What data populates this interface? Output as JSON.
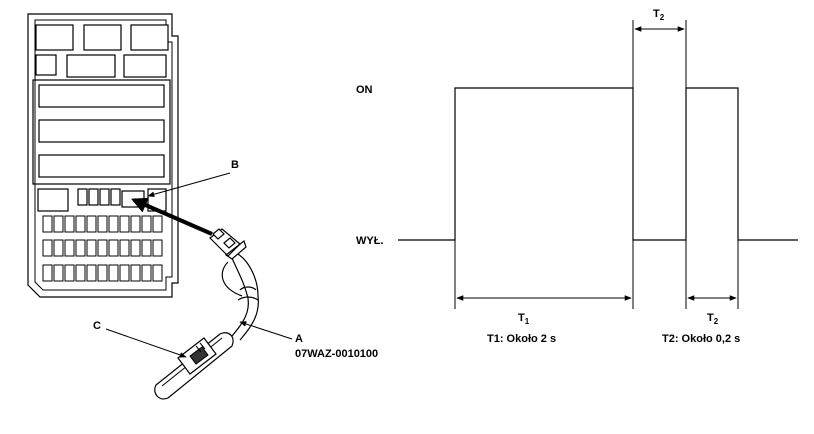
{
  "callouts": {
    "a": "A",
    "b": "B",
    "c": "C",
    "part_number": "07WAZ-0010100"
  },
  "timing": {
    "on_label": "ON",
    "off_label": "WYŁ.",
    "t1_main": "T",
    "t1_sub": "1",
    "t2_main": "T",
    "t2_sub": "2",
    "t2_top_main": "T",
    "t2_top_sub": "2",
    "t1_caption": "T1: Około 2 s",
    "t2_caption": "T2: Około 0,2 s"
  },
  "colors": {
    "line": "#000000",
    "background": "#ffffff"
  }
}
